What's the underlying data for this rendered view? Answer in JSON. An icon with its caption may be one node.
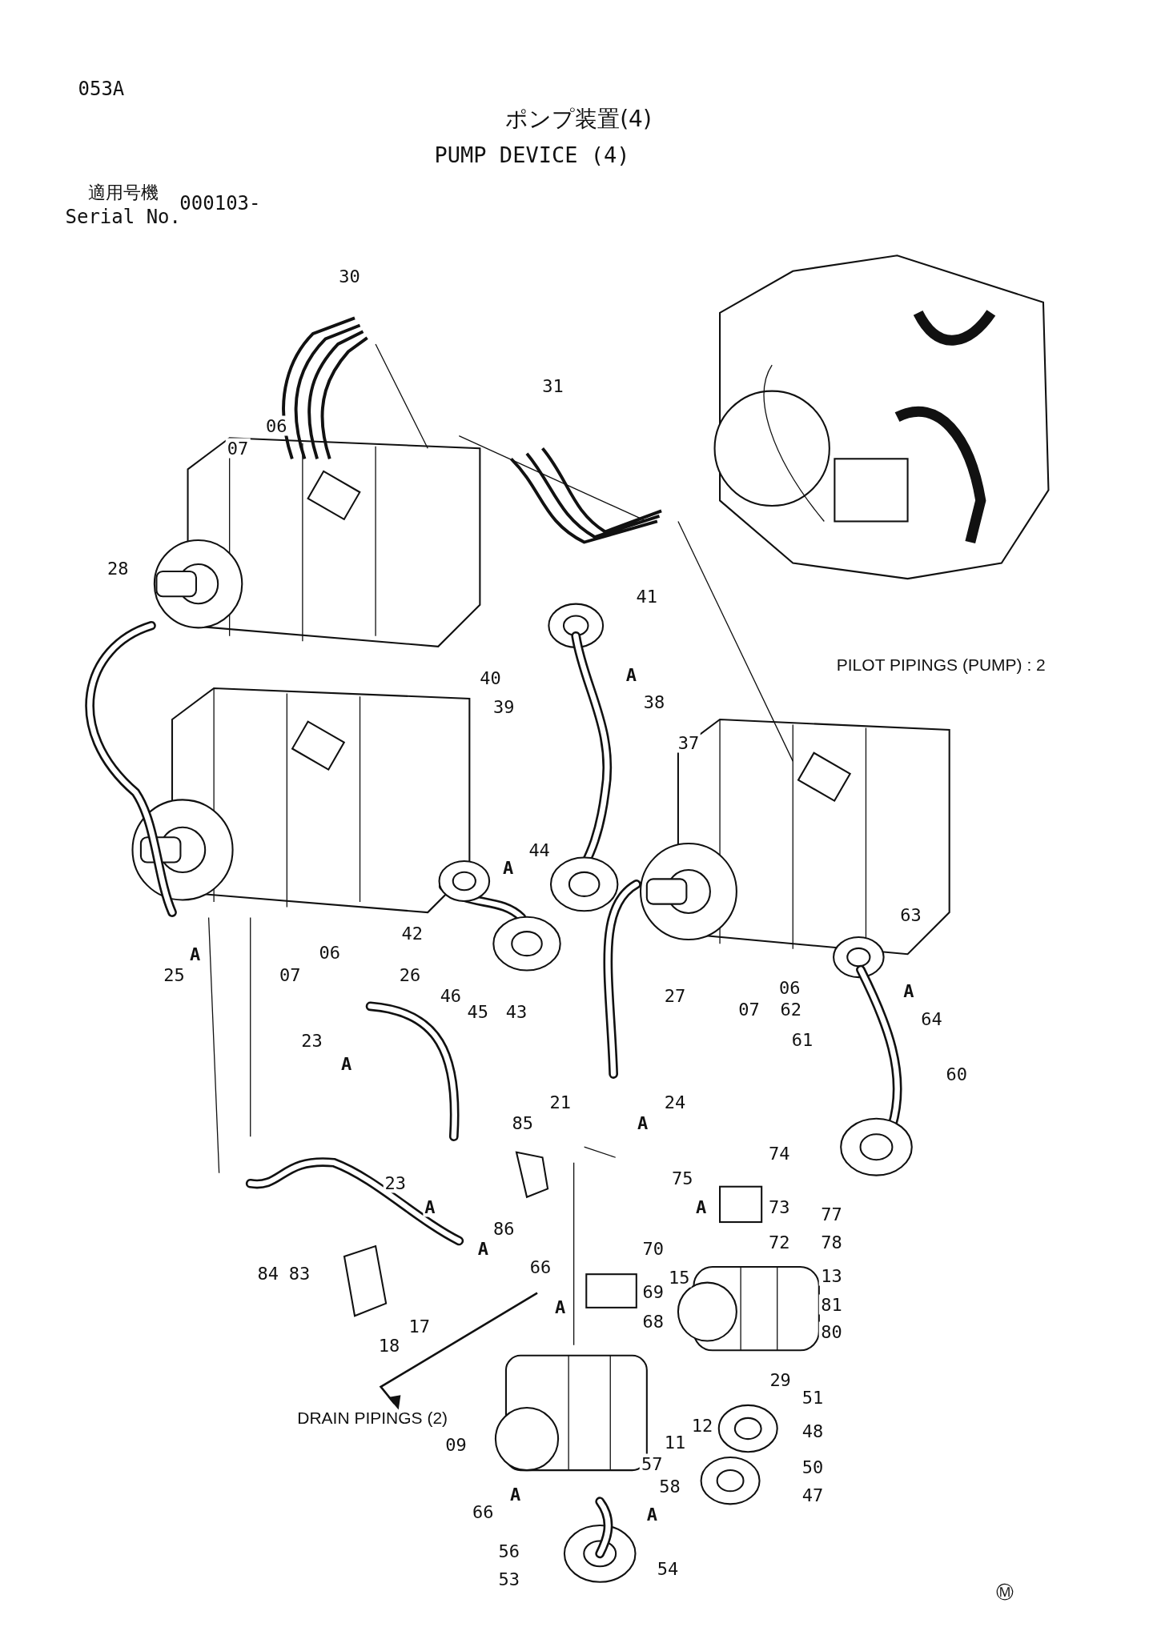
{
  "diagram": {
    "title": "ポンプ装置(4)",
    "labels": [
      "053A",
      "PUMP DEVICE (4)",
      "適用号機",
      "Serial No.",
      "000103-",
      "30",
      "31",
      "07",
      "06",
      "28",
      "41",
      "PILOT PIPINGS (PUMP) : 2",
      "40",
      "A",
      "39",
      "38",
      "37",
      "44",
      "A",
      "63",
      "42",
      "25",
      "A",
      "07",
      "06",
      "46",
      "45",
      "43",
      "26",
      "27",
      "07",
      "06",
      "62",
      "A",
      "64",
      "23",
      "61",
      "A",
      "60",
      "21",
      "24",
      "85",
      "A",
      "74",
      "23",
      "75",
      "A",
      "A",
      "73",
      "77",
      "86",
      "A",
      "72",
      "78",
      "70",
      "84",
      "83",
      "15",
      "13",
      "66",
      "A",
      "69",
      "81",
      "18",
      "17",
      "68",
      "80",
      "29",
      "DRAIN PIPINGS (2)",
      "51",
      "09",
      "12",
      "11",
      "48",
      "57",
      "50",
      "58",
      "A",
      "66",
      "A",
      "47",
      "56",
      "54",
      "53",
      "Ⓜ"
    ]
  }
}
